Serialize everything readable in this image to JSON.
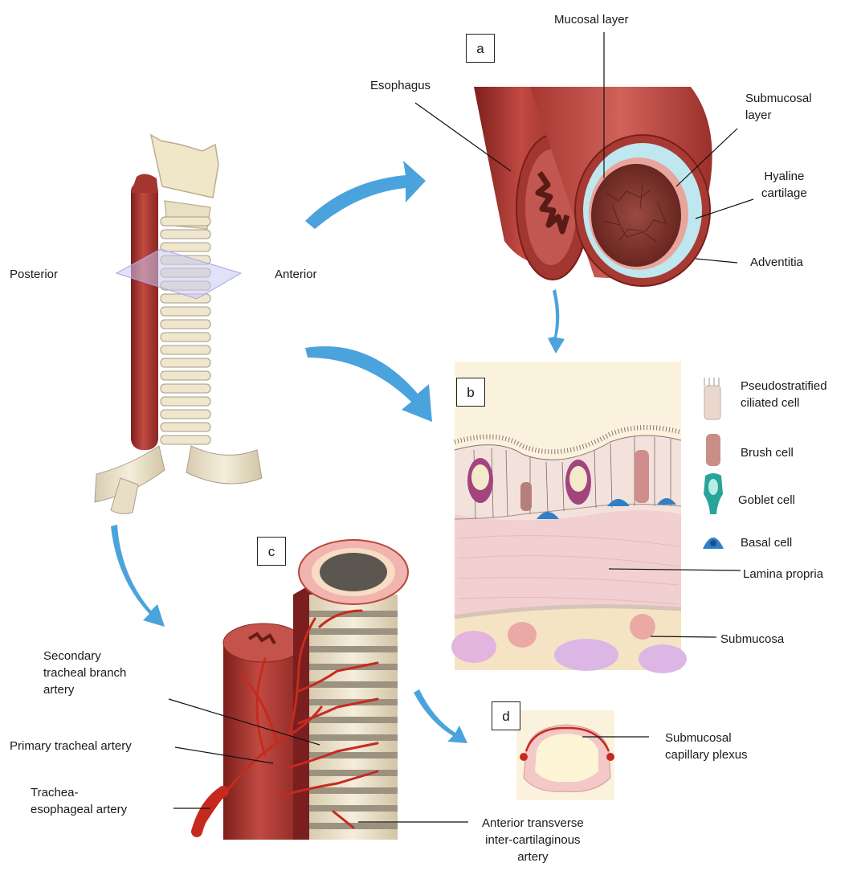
{
  "panels": {
    "a": "a",
    "b": "b",
    "c": "c",
    "d": "d"
  },
  "orientation": {
    "posterior": "Posterior",
    "anterior": "Anterior"
  },
  "panel_a": {
    "mucosal_layer": "Mucosal layer",
    "esophagus": "Esophagus",
    "submucosal_layer": [
      "Submucosal",
      "layer"
    ],
    "hyaline_cartilage": [
      "Hyaline",
      "cartilage"
    ],
    "adventitia": "Adventitia"
  },
  "panel_b": {
    "legend": [
      {
        "label": [
          "Pseudostratified",
          "ciliated cell"
        ],
        "icon": "pseudostratified-ciliated-cell-icon",
        "color": "#ead8cf"
      },
      {
        "label": [
          "Brush cell"
        ],
        "icon": "brush-cell-icon",
        "color": "#c98f86"
      },
      {
        "label": [
          "Goblet cell"
        ],
        "icon": "goblet-cell-icon",
        "color": "#2aa39a"
      },
      {
        "label": [
          "Basal cell"
        ],
        "icon": "basal-cell-icon",
        "color": "#2f7fc6"
      }
    ],
    "lamina_propria": "Lamina propria",
    "submucosa": "Submucosa"
  },
  "panel_c": {
    "secondary_artery": [
      "Secondary",
      "tracheal branch",
      "artery"
    ],
    "primary_artery": "Primary tracheal artery",
    "tracheo_esophageal_artery": [
      "Trachea-",
      "esophageal artery"
    ],
    "anterior_transverse_artery": [
      "Anterior transverse",
      "inter-cartilaginous",
      "artery"
    ]
  },
  "panel_d": {
    "submucosal_plexus": [
      "Submucosal",
      "capillary plexus"
    ]
  },
  "colors": {
    "arrow": "#4aa3dc",
    "muscle": "#b8403a",
    "cartilage": "#efe6cd",
    "artery": "#c62a1f"
  }
}
